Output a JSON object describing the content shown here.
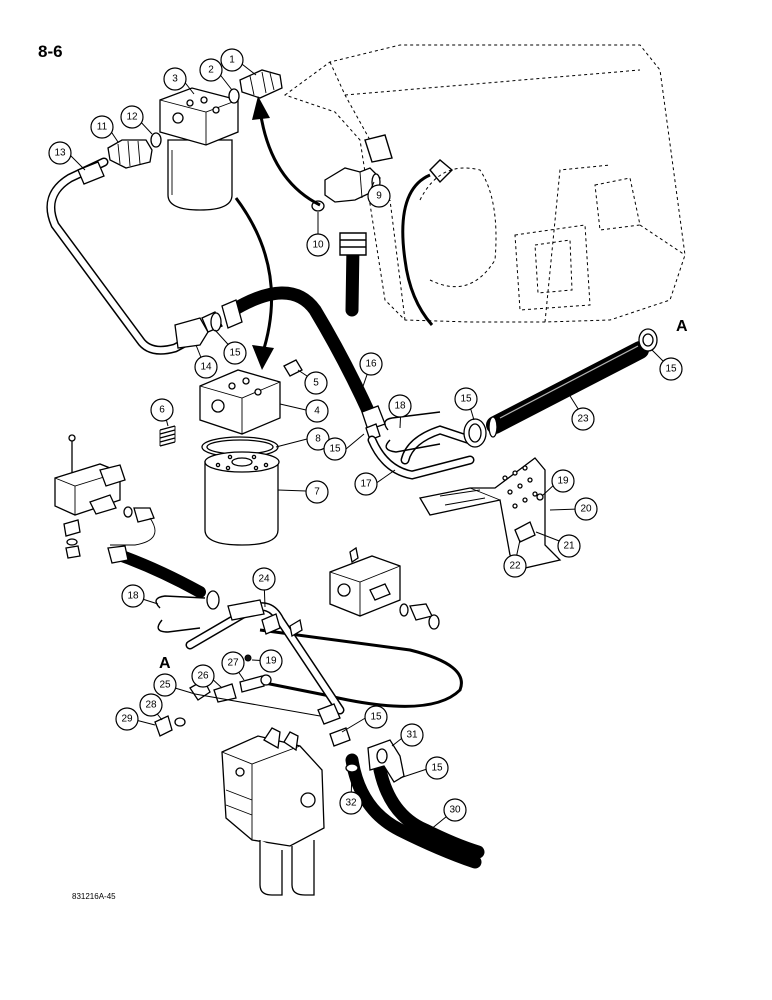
{
  "page_number": "8-6",
  "figure_id": "831216A-45",
  "reference_label": "A",
  "callouts": [
    "1",
    "2",
    "3",
    "4",
    "5",
    "6",
    "7",
    "8",
    "9",
    "10",
    "11",
    "12",
    "13",
    "14",
    "15",
    "16",
    "17",
    "18",
    "19",
    "20",
    "21",
    "22",
    "23",
    "24",
    "25",
    "26",
    "27",
    "28",
    "29",
    "30",
    "31",
    "32"
  ]
}
